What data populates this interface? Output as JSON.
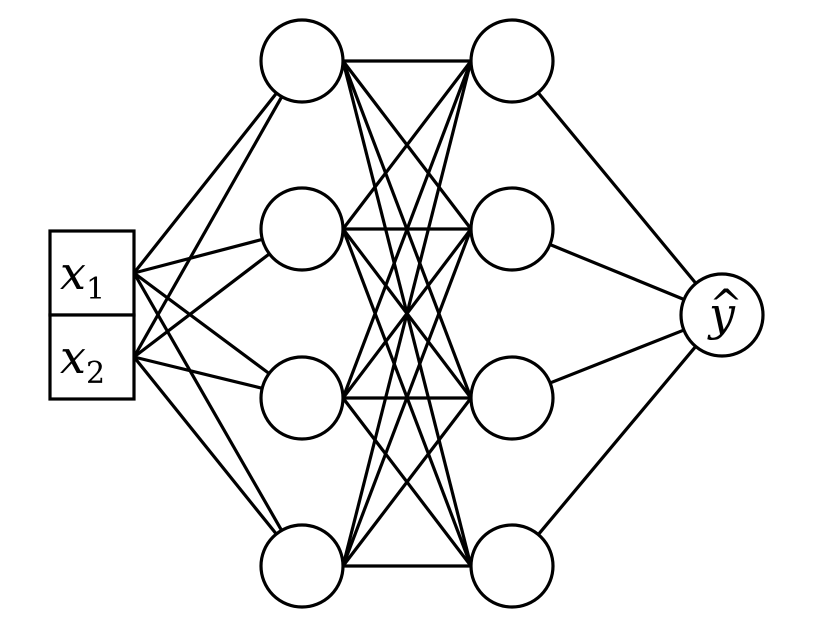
{
  "diagram": {
    "inputs": [
      {
        "var": "x",
        "sub": "1"
      },
      {
        "var": "x",
        "sub": "2"
      }
    ],
    "hidden_layers": [
      {
        "nodes": 4
      },
      {
        "nodes": 4
      }
    ],
    "output": {
      "var": "y",
      "hat": "^"
    },
    "connectivity": "fully-connected"
  }
}
